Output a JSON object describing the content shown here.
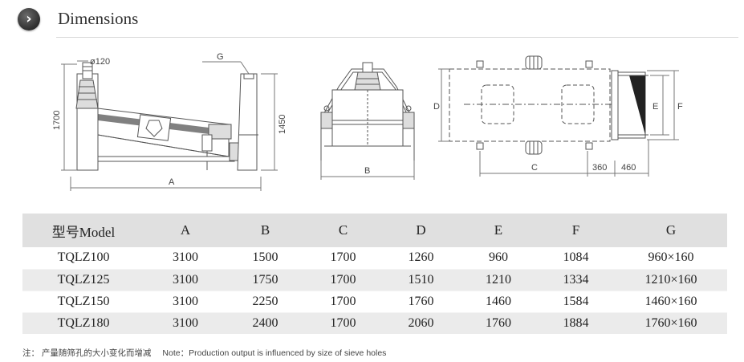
{
  "header": {
    "title": "Dimensions",
    "icon": "chevron-right-icon"
  },
  "drawings": {
    "side_view": {
      "diameter": "ø120",
      "height_left": "1700",
      "g_label": "G",
      "height_right": "1450",
      "a_label": "A"
    },
    "front_view": {
      "b_label": "B"
    },
    "top_view": {
      "d_label": "D",
      "c_label": "C",
      "e_label": "E",
      "f_label": "F",
      "dim_360": "360",
      "dim_460": "460"
    }
  },
  "table": {
    "headers": [
      "型号Model",
      "A",
      "B",
      "C",
      "D",
      "E",
      "F",
      "G"
    ],
    "rows": [
      [
        "TQLZ100",
        "3100",
        "1500",
        "1700",
        "1260",
        "960",
        "1084",
        "960×160"
      ],
      [
        "TQLZ125",
        "3100",
        "1750",
        "1700",
        "1510",
        "1210",
        "1334",
        "1210×160"
      ],
      [
        "TQLZ150",
        "3100",
        "2250",
        "1700",
        "1760",
        "1460",
        "1584",
        "1460×160"
      ],
      [
        "TQLZ180",
        "3100",
        "2400",
        "1700",
        "2060",
        "1760",
        "1884",
        "1760×160"
      ]
    ]
  },
  "note": {
    "cn": "注： 产量随筛孔的大小变化而增减",
    "en": "Note：Production output is influenced by size of sieve holes"
  }
}
